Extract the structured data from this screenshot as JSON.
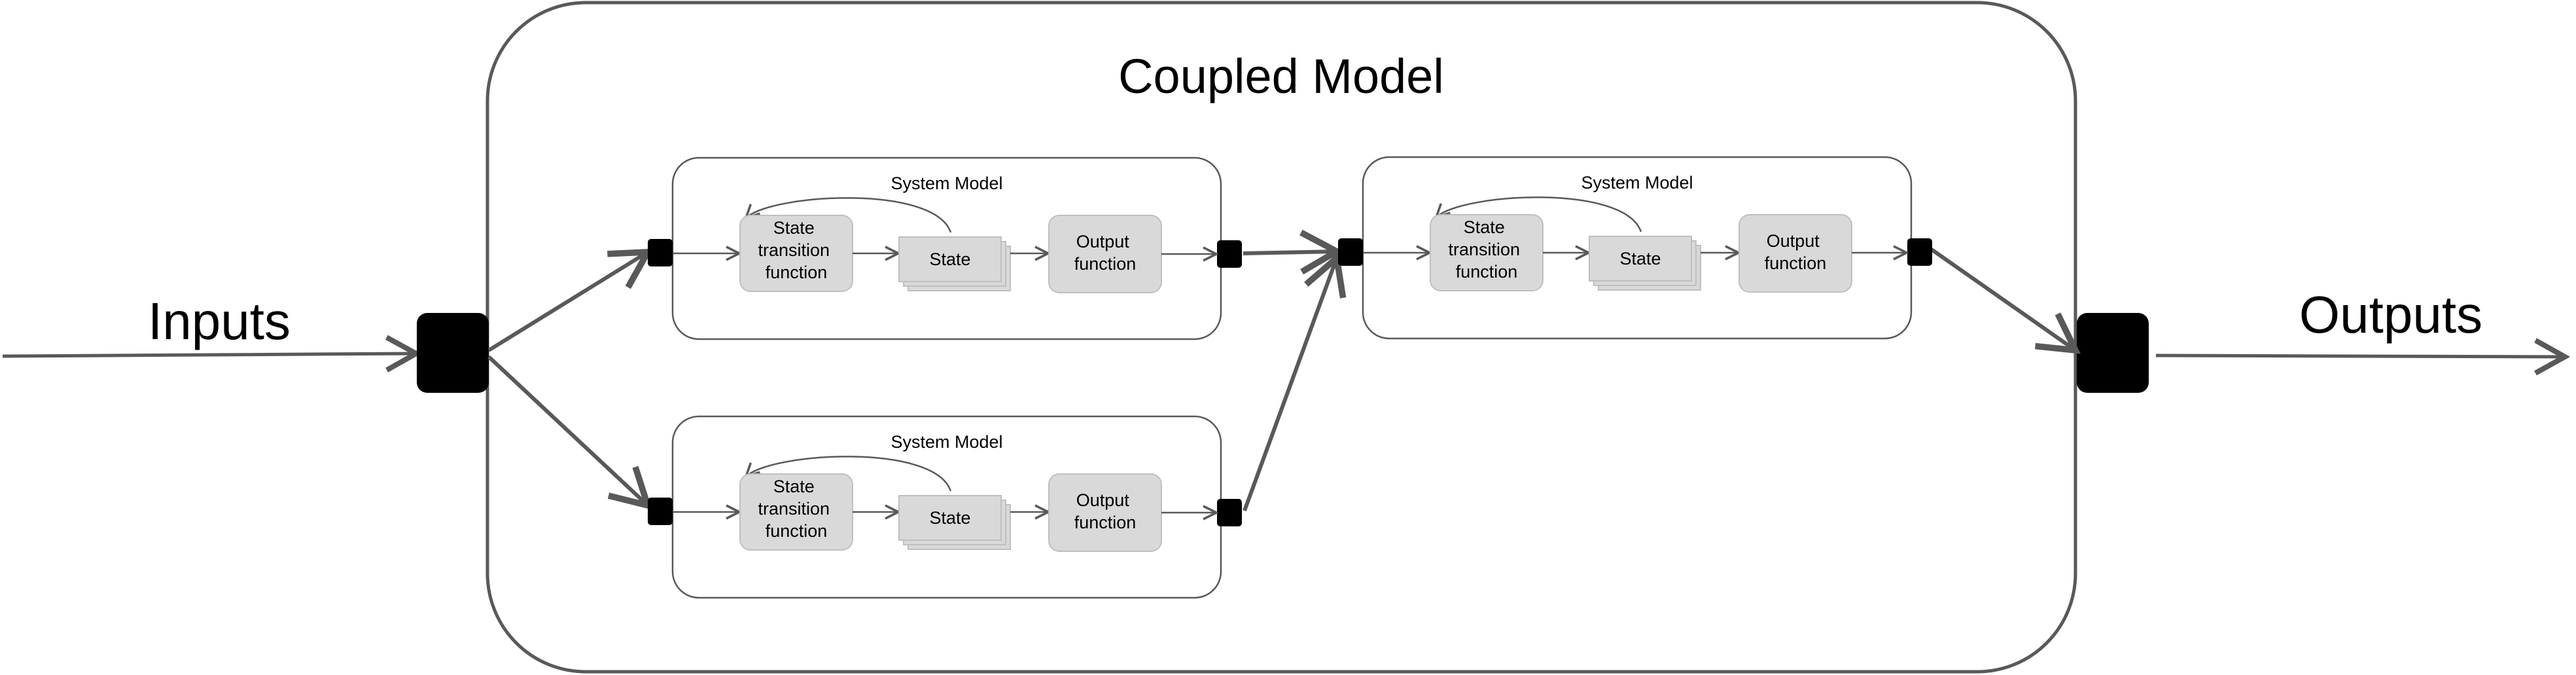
{
  "diagram": {
    "inputs_label": "Inputs",
    "outputs_label": "Outputs",
    "coupled_model_title": "Coupled Model",
    "system_models": [
      {
        "title": "System Model",
        "state_transition": [
          "State",
          "transition",
          "function"
        ],
        "state": "State",
        "output_function": [
          "Output",
          "function"
        ]
      },
      {
        "title": "System Model",
        "state_transition": [
          "State",
          "transition",
          "function"
        ],
        "state": "State",
        "output_function": [
          "Output",
          "function"
        ]
      },
      {
        "title": "System Model",
        "state_transition": [
          "State",
          "transition",
          "function"
        ],
        "state": "State",
        "output_function": [
          "Output",
          "function"
        ]
      }
    ],
    "colors": {
      "line": "#595959",
      "box_fill": "#d9d9d9",
      "box_stroke": "#bfbfbf",
      "port": "#000000"
    }
  }
}
